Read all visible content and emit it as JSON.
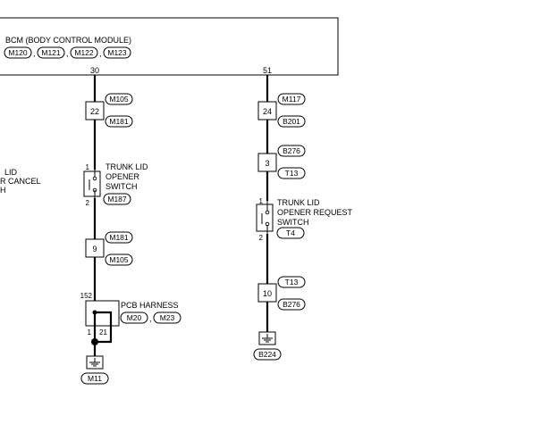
{
  "bcm": {
    "title": "BCM (BODY CONTROL MODULE)",
    "connectors": [
      "M120",
      "M121",
      "M122",
      "M123"
    ],
    "sep": ","
  },
  "left_circuit": {
    "bcm_terminal": "30",
    "jc1": {
      "number": "22",
      "top": "M105",
      "bottom": "M181"
    },
    "switch": {
      "label_lines": [
        "TRUNK LID",
        "OPENER",
        "SWITCH"
      ],
      "connector": "M187",
      "pin_top": "1",
      "pin_bottom": "2"
    },
    "jc2": {
      "number": "9",
      "top": "M181",
      "bottom": "M105"
    },
    "pcb": {
      "label": "PCB HARNESS",
      "connectors": [
        "M20",
        "M23"
      ],
      "sep": ",",
      "terminal": "152",
      "pin_left": "1",
      "pin_right": "21"
    },
    "ground": "M11"
  },
  "right_circuit": {
    "bcm_terminal": "51",
    "jc1": {
      "number": "24",
      "top": "M117",
      "bottom": "B201"
    },
    "jc2": {
      "number": "3",
      "top": "B276",
      "bottom": "T13"
    },
    "switch": {
      "label_lines": [
        "TRUNK LID",
        "OPENER REQUEST",
        "SWITCH"
      ],
      "connector": "T4",
      "pin_top": "1",
      "pin_bottom": "2"
    },
    "jc3": {
      "number": "10",
      "top": "T13",
      "bottom": "B276"
    },
    "ground": "B224"
  },
  "left_cut_text": [
    "LID",
    "R CANCEL",
    "H"
  ]
}
